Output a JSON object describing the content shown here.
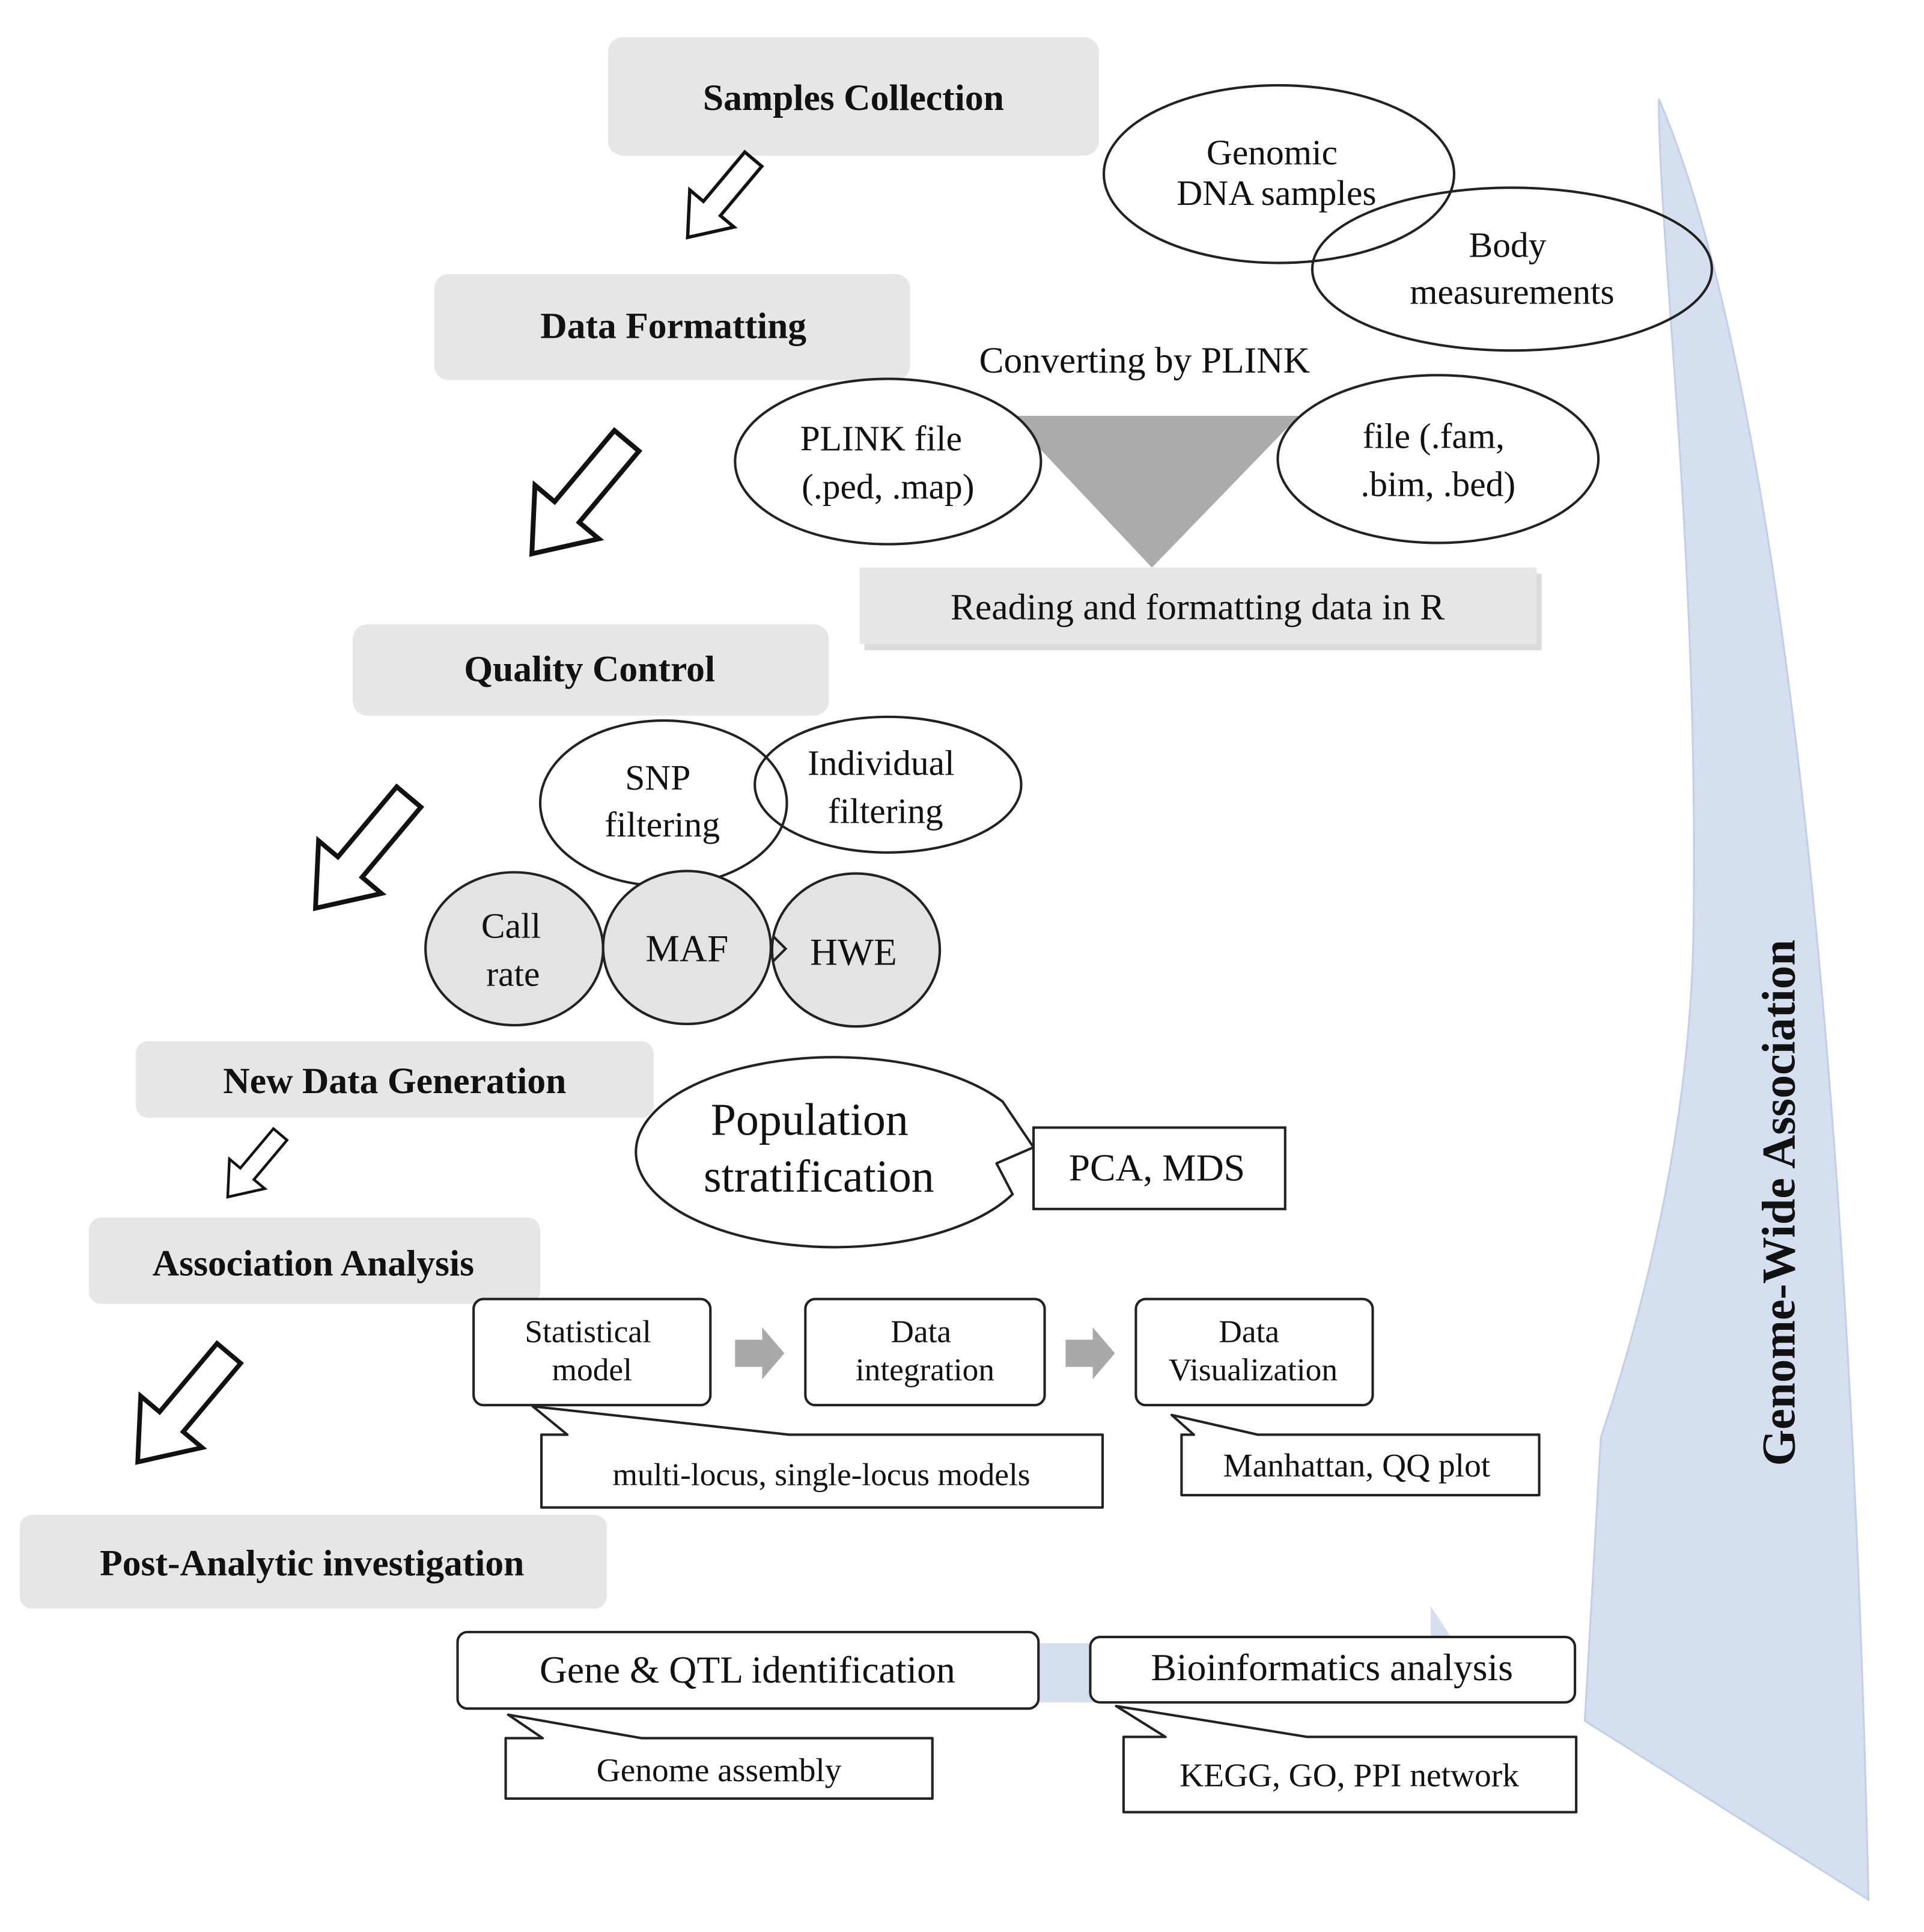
{
  "side_label": "Genome-Wide  Association",
  "colors": {
    "step_box": "#e6e6e6",
    "big_arrow": "#d5dff0",
    "big_arrow_edge": "#c2cfe6",
    "qc_circle": "#e3e3e3",
    "triangle": "#ababab",
    "small_arrow": "#a9a9a9",
    "outline": "#222222"
  },
  "steps": {
    "samples_collection": "Samples Collection",
    "data_formatting": "Data Formatting",
    "quality_control": "Quality  Control",
    "new_data_generation": "New Data Generation",
    "association_analysis": "Association Analysis",
    "post_analytic": "Post-Analytic  investigation"
  },
  "samples": {
    "genomic_dna": [
      "Genomic",
      "DNA samples"
    ],
    "body_measurements": [
      "Body",
      "measurements"
    ]
  },
  "formatting": {
    "converting": "Converting  by PLINK",
    "plink_file": [
      "PLINK file",
      "(.ped, .map)"
    ],
    "binary_file": [
      "file  (.fam,",
      ".bim, .bed)"
    ],
    "reading": "Reading  and formatting  data in  R"
  },
  "quality": {
    "snp_filtering": [
      "SNP",
      "filtering"
    ],
    "individual_filtering": [
      "Individual",
      "filtering"
    ],
    "call_rate": [
      "Call",
      "rate"
    ],
    "maf": "MAF",
    "hwe": "HWE"
  },
  "new_data": {
    "population_stratification": [
      "Population",
      "stratification"
    ],
    "pca_mds": "PCA, MDS"
  },
  "association": {
    "statistical_model": [
      "Statistical",
      "model"
    ],
    "data_integration": [
      "Data",
      "integration"
    ],
    "data_visualization": [
      "Data",
      "Visualization"
    ],
    "models_note": "multi-locus,  single-locus models",
    "plots_note": "Manhattan, QQ plot"
  },
  "post": {
    "gene_qtl": "Gene  &  QTL  identification",
    "bioinformatics": "Bioinformatics  analysis",
    "genome_assembly": "Genome  assembly",
    "kegg": "KEGG,  GO,  PPI network"
  }
}
